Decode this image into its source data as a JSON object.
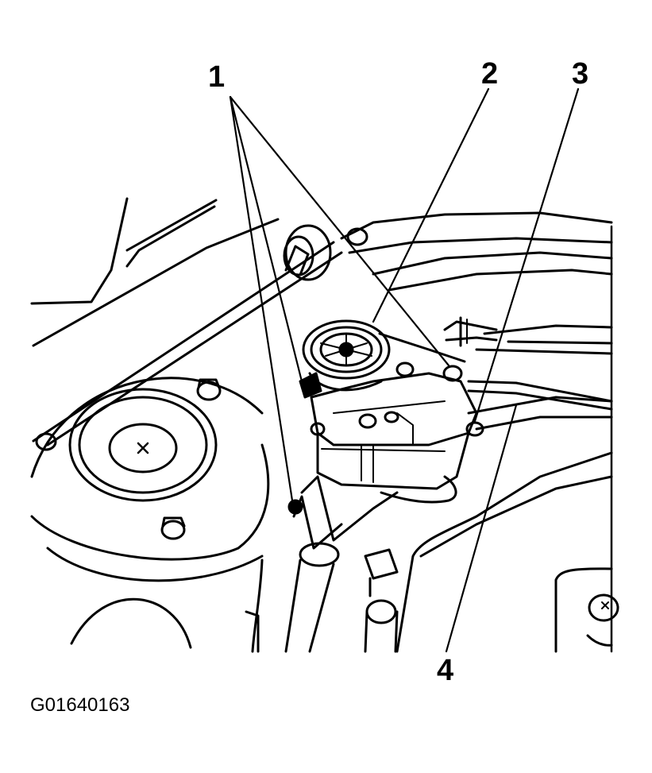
{
  "callouts": [
    {
      "id": "1",
      "label": "1"
    },
    {
      "id": "2",
      "label": "2"
    },
    {
      "id": "3",
      "label": "3"
    },
    {
      "id": "4",
      "label": "4"
    }
  ],
  "figure_code": "G01640163",
  "colors": {
    "ink": "#000000",
    "paper": "#ffffff"
  }
}
